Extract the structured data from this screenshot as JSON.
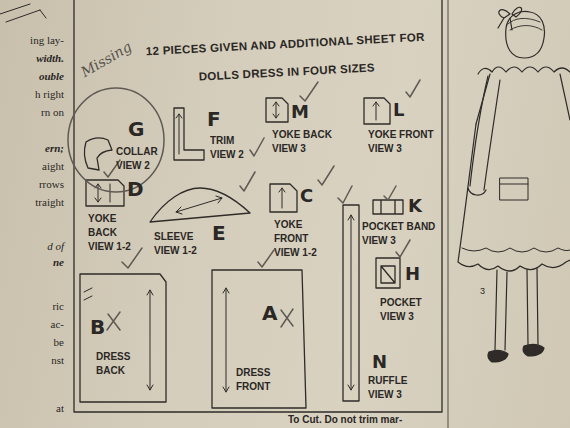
{
  "diagram": {
    "title": "12 PIECES GIVEN AND ADDITIONAL SHEET FOR DOLLS DRESS IN FOUR SIZES",
    "nodes": [
      {
        "text": [
          "G",
          "COLLAR VIEW 2"
        ]
      },
      {
        "text": [
          "F",
          "TRIM VIEW 2"
        ]
      },
      {
        "text": [
          "M",
          "YOKE BACK VIEW 3"
        ]
      },
      {
        "text": [
          "L",
          "YOKE FRONT VIEW 3"
        ]
      },
      {
        "text": [
          "D",
          "YOKE BACK VIEW 1-2"
        ]
      },
      {
        "text": [
          "E",
          "SLEEVE VIEW 1-2"
        ]
      },
      {
        "text": [
          "C",
          "YOKE FRONT VIEW 1-2"
        ]
      },
      {
        "text": [
          "K",
          "POCKET BAND VIEW 3"
        ]
      },
      {
        "text": [
          "H",
          "POCKET VIEW 3"
        ]
      },
      {
        "text": [
          "B",
          "DRESS BACK"
        ]
      },
      {
        "text": [
          "A",
          "DRESS FRONT"
        ]
      },
      {
        "text": [
          "N",
          "RUFFLE VIEW 3"
        ]
      }
    ],
    "labels": [
      "ing lay-",
      "width.",
      "ouble",
      "h right",
      "rn on",
      "Missing",
      "ern;",
      "aight",
      "rrows",
      "traight",
      "d of",
      "ne",
      "ric",
      "ac-",
      "be",
      "nst",
      "3",
      "at",
      "To Cut. Do not trim mar-"
    ]
  }
}
